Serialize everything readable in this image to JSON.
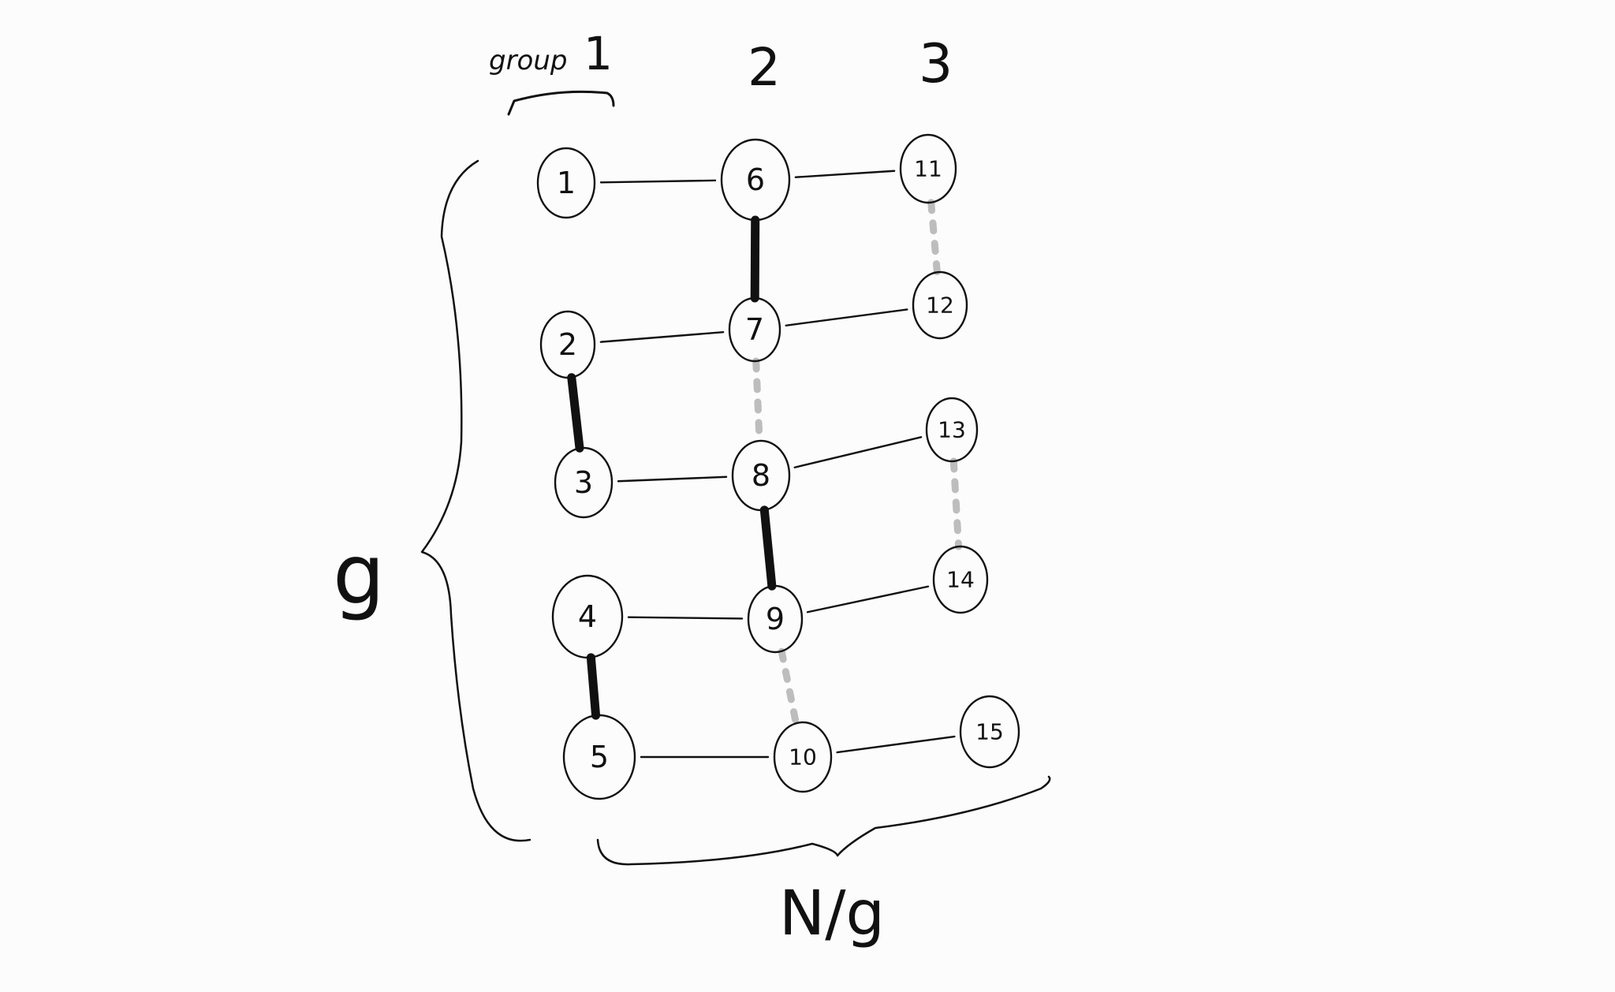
{
  "diagram": {
    "group_label_prefix": "group",
    "column_labels": [
      "1",
      "2",
      "3"
    ],
    "left_brace_label": "g",
    "bottom_brace_label": "N/g",
    "columns": [
      [
        "1",
        "2",
        "3",
        "4",
        "5"
      ],
      [
        "6",
        "7",
        "8",
        "9",
        "10"
      ],
      [
        "11",
        "12",
        "13",
        "14",
        "15"
      ]
    ],
    "heavy_links": [
      [
        "2",
        "3"
      ],
      [
        "4",
        "5"
      ],
      [
        "6",
        "7"
      ],
      [
        "8",
        "9"
      ]
    ],
    "dashed_links": [
      [
        "11",
        "12"
      ],
      [
        "7",
        "8"
      ],
      [
        "13",
        "14"
      ],
      [
        "9",
        "10"
      ]
    ],
    "colors": {
      "ink": "#111111",
      "dashed": "#bdbdbd",
      "background": "#fcfcfc"
    }
  }
}
